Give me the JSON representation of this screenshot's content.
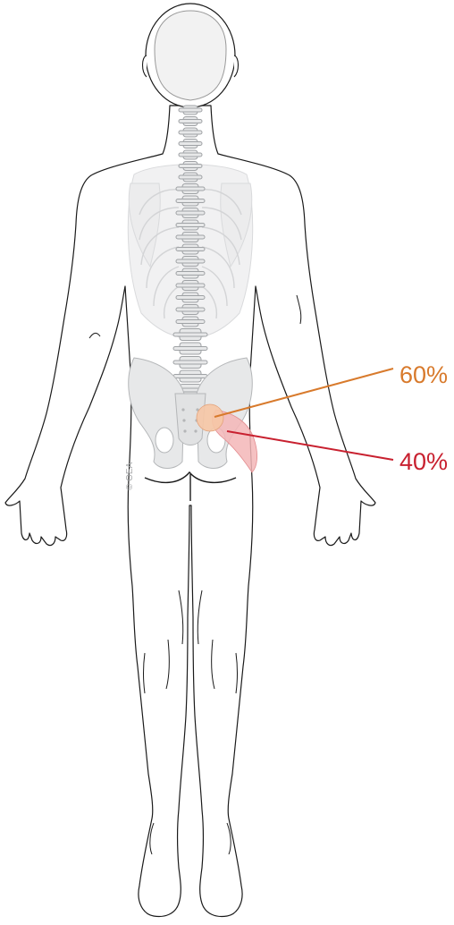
{
  "colors": {
    "outline": "#1a1a1a",
    "skeleton_fill": "#e7e8e9",
    "skeleton_stroke": "#9fa2a5",
    "skeleton_faint": "#f1f1f2",
    "head_fill": "#f2f2f2",
    "orange": "#d87a2c",
    "orange_fill": "#f6c7a5",
    "red": "#c8202f",
    "red_fill": "#f3b6b7"
  },
  "callouts": [
    {
      "id": "primary-pain-area",
      "label": "60%",
      "color_key": "orange"
    },
    {
      "id": "referred-pain-area",
      "label": "40%",
      "color_key": "red"
    }
  ],
  "watermark": "© OEA"
}
